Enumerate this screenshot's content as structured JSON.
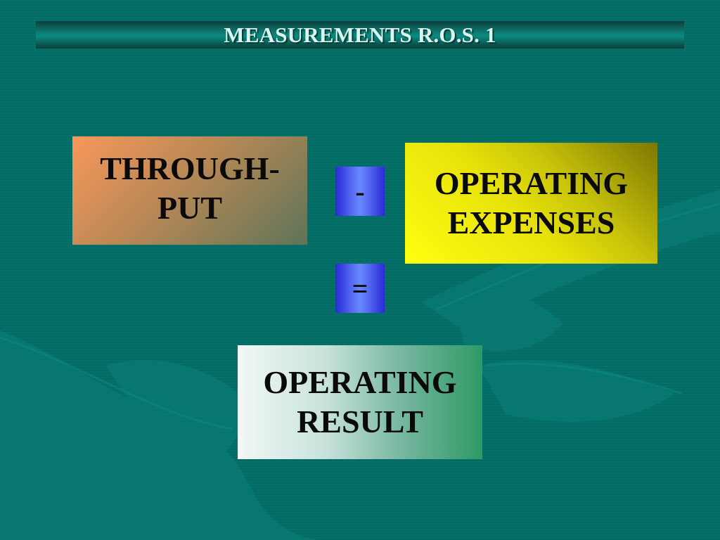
{
  "slide": {
    "title": "MEASUREMENTS R.O.S. 1",
    "background_color": "#046e68",
    "throughput": {
      "line1": "THROUGH-",
      "line2": "PUT"
    },
    "operator_minus": "-",
    "operating_expenses": {
      "line1": "OPERATING",
      "line2": "EXPENSES"
    },
    "operator_equals": "=",
    "operating_result": {
      "line1": "OPERATING",
      "line2": "RESULT"
    }
  }
}
